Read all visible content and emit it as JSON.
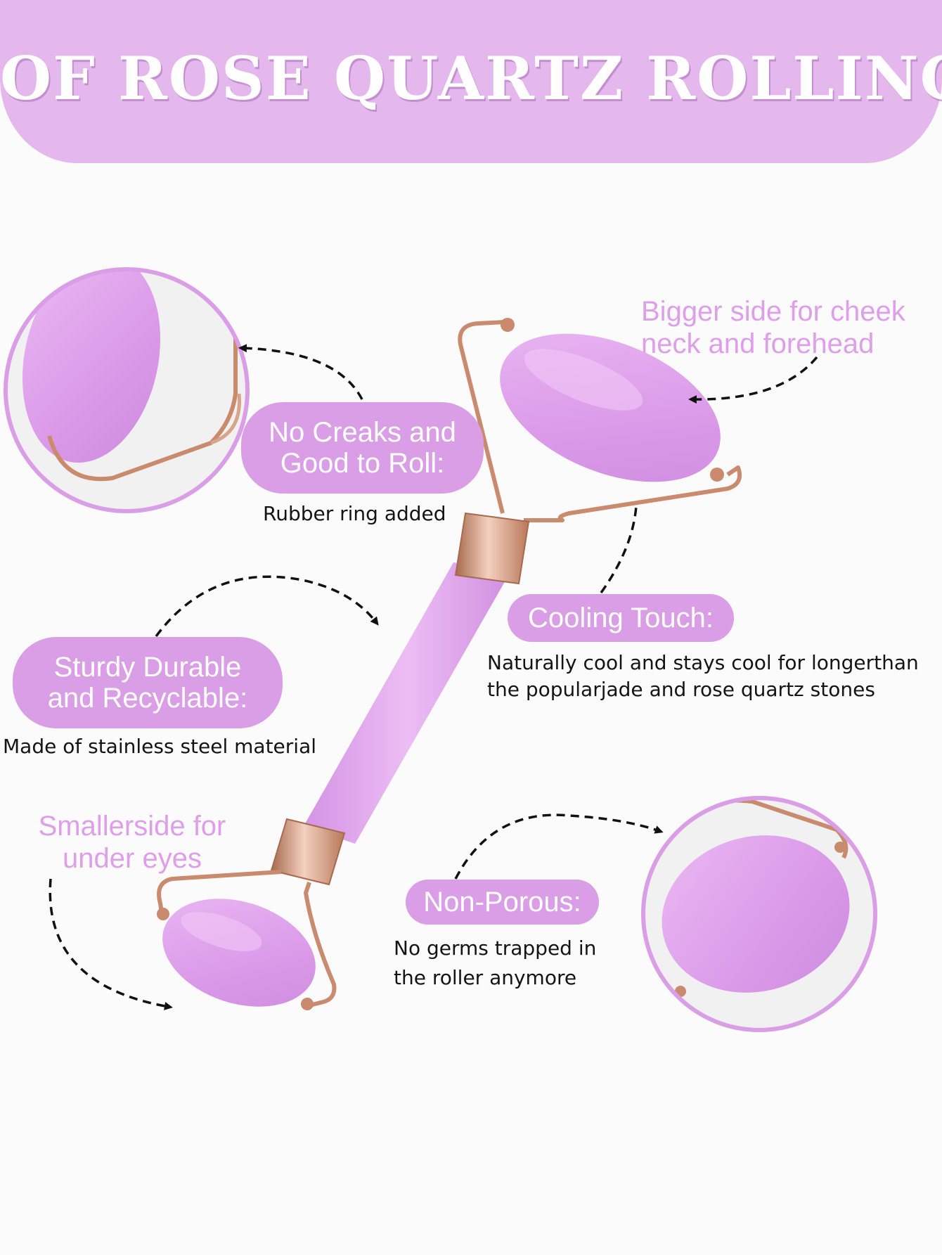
{
  "banner": {
    "title": "OF ROSE QUARTZ ROLLING"
  },
  "colors": {
    "accent": "#d99ee6",
    "banner": "#e4b8ec",
    "stone": "#e2a6ee",
    "metal": "#c98a6e"
  },
  "callouts": {
    "creaks": {
      "title": "No Creaks and\nGood to Roll:",
      "desc": "Rubber ring added"
    },
    "cooling": {
      "title": "Cooling Touch:",
      "desc": "Naturally cool and stays cool for longerthan\nthe popularjade and rose quartz stones"
    },
    "sturdy": {
      "title": "Sturdy Durable\nand Recyclable:",
      "desc": "Made of stainless steel material"
    },
    "porous": {
      "title": "Non-Porous:",
      "desc": "No germs trapped in\nthe roller anymore"
    }
  },
  "notes": {
    "bigger": "Bigger side for cheek\nneck and forehead",
    "smaller": "Smallerside for\nunder eyes"
  }
}
